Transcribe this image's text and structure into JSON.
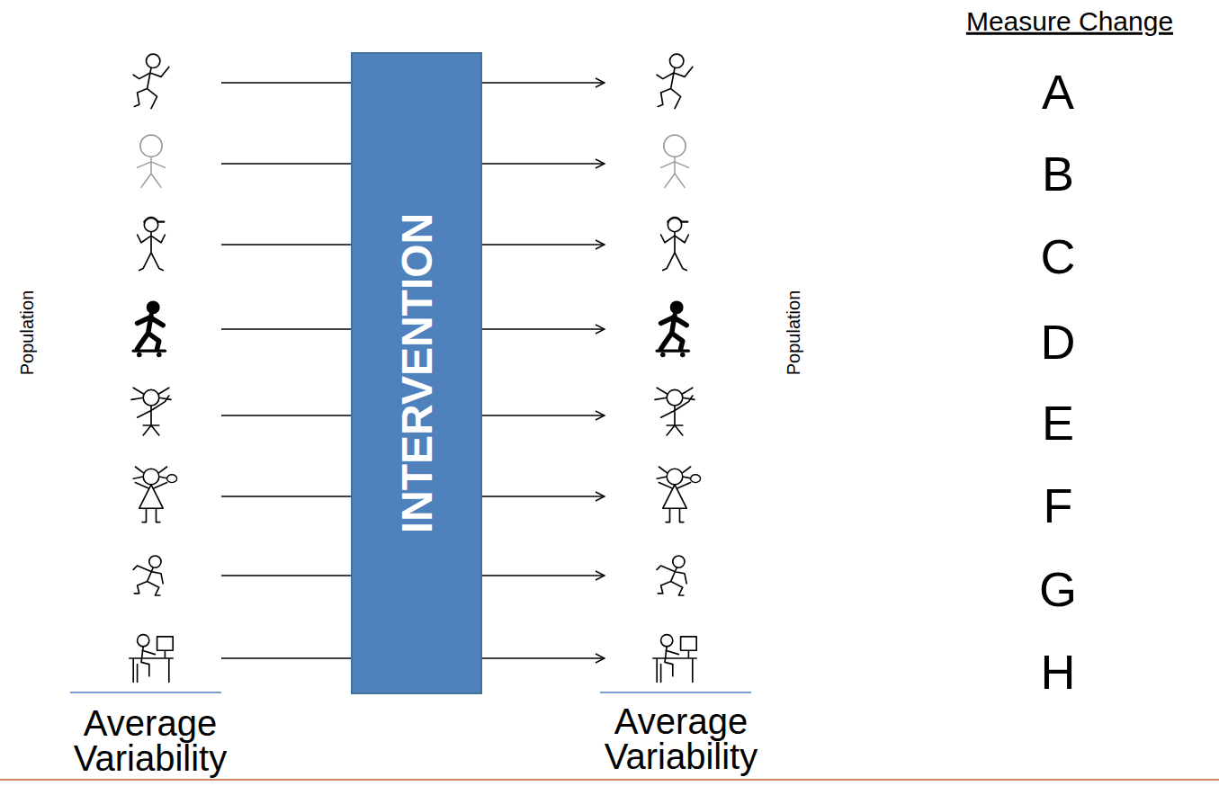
{
  "diagram": {
    "nodes": [
      {
        "text": [
          "INTERVENTION"
        ]
      }
    ],
    "labels": [
      "Population",
      "Population",
      "Measure Change",
      "A",
      "B",
      "C",
      "D",
      "E",
      "F",
      "G",
      "H",
      "Average Variability",
      "Average Variability"
    ]
  }
}
